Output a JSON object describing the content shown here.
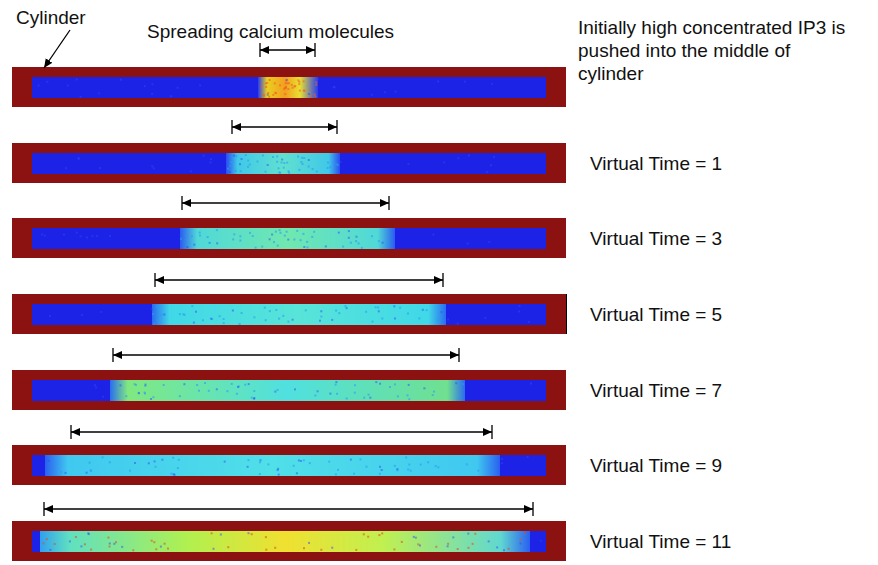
{
  "diagram": {
    "labels": [
      "Cylinder",
      "Spreading calcium molecules",
      "Initially high concentrated IP3 is pushed into the middle of cylinder",
      "Virtual Time = 1",
      "Virtual Time = 3",
      "Virtual Time = 5",
      "Virtual Time = 7",
      "Virtual Time = 9",
      "Virtual Time = 11"
    ]
  }
}
